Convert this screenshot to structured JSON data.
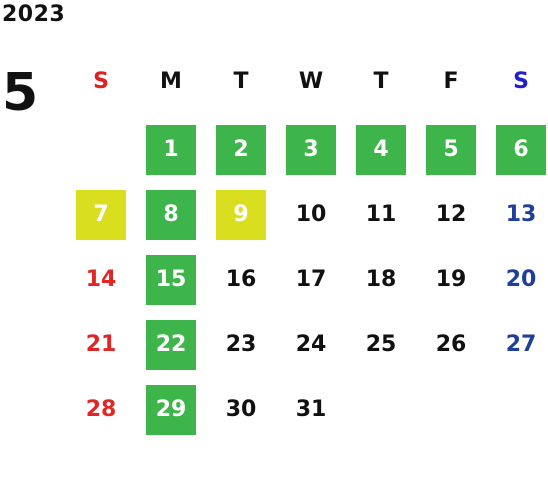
{
  "calendar": {
    "year": "2023",
    "month": "5",
    "colors": {
      "holiday_fill": "#3db54a",
      "special_fill": "#d9df1e",
      "sunday_text": "#e02626",
      "saturday_sunday_header_red": "#e02020",
      "saturday_header_blue": "#1e1ed0",
      "saturday_text": "#1f3f9a",
      "weekday_text": "#111111",
      "highlight_text": "#ffffff"
    },
    "weekdays": [
      {
        "label": "S",
        "kind": "sunday"
      },
      {
        "label": "M",
        "kind": "weekday"
      },
      {
        "label": "T",
        "kind": "weekday"
      },
      {
        "label": "W",
        "kind": "weekday"
      },
      {
        "label": "T",
        "kind": "weekday"
      },
      {
        "label": "F",
        "kind": "weekday"
      },
      {
        "label": "S",
        "kind": "saturday"
      }
    ],
    "weeks": [
      [
        null,
        {
          "d": "1",
          "hl": "green"
        },
        {
          "d": "2",
          "hl": "green"
        },
        {
          "d": "3",
          "hl": "green"
        },
        {
          "d": "4",
          "hl": "green"
        },
        {
          "d": "5",
          "hl": "green"
        },
        {
          "d": "6",
          "hl": "green"
        }
      ],
      [
        {
          "d": "7",
          "hl": "yellow"
        },
        {
          "d": "8",
          "hl": "green"
        },
        {
          "d": "9",
          "hl": "yellow"
        },
        {
          "d": "10"
        },
        {
          "d": "11"
        },
        {
          "d": "12"
        },
        {
          "d": "13"
        }
      ],
      [
        {
          "d": "14"
        },
        {
          "d": "15",
          "hl": "green"
        },
        {
          "d": "16"
        },
        {
          "d": "17"
        },
        {
          "d": "18"
        },
        {
          "d": "19"
        },
        {
          "d": "20"
        }
      ],
      [
        {
          "d": "21"
        },
        {
          "d": "22",
          "hl": "green"
        },
        {
          "d": "23"
        },
        {
          "d": "24"
        },
        {
          "d": "25"
        },
        {
          "d": "26"
        },
        {
          "d": "27"
        }
      ],
      [
        {
          "d": "28"
        },
        {
          "d": "29",
          "hl": "green"
        },
        {
          "d": "30"
        },
        {
          "d": "31"
        },
        null,
        null,
        null
      ]
    ]
  }
}
